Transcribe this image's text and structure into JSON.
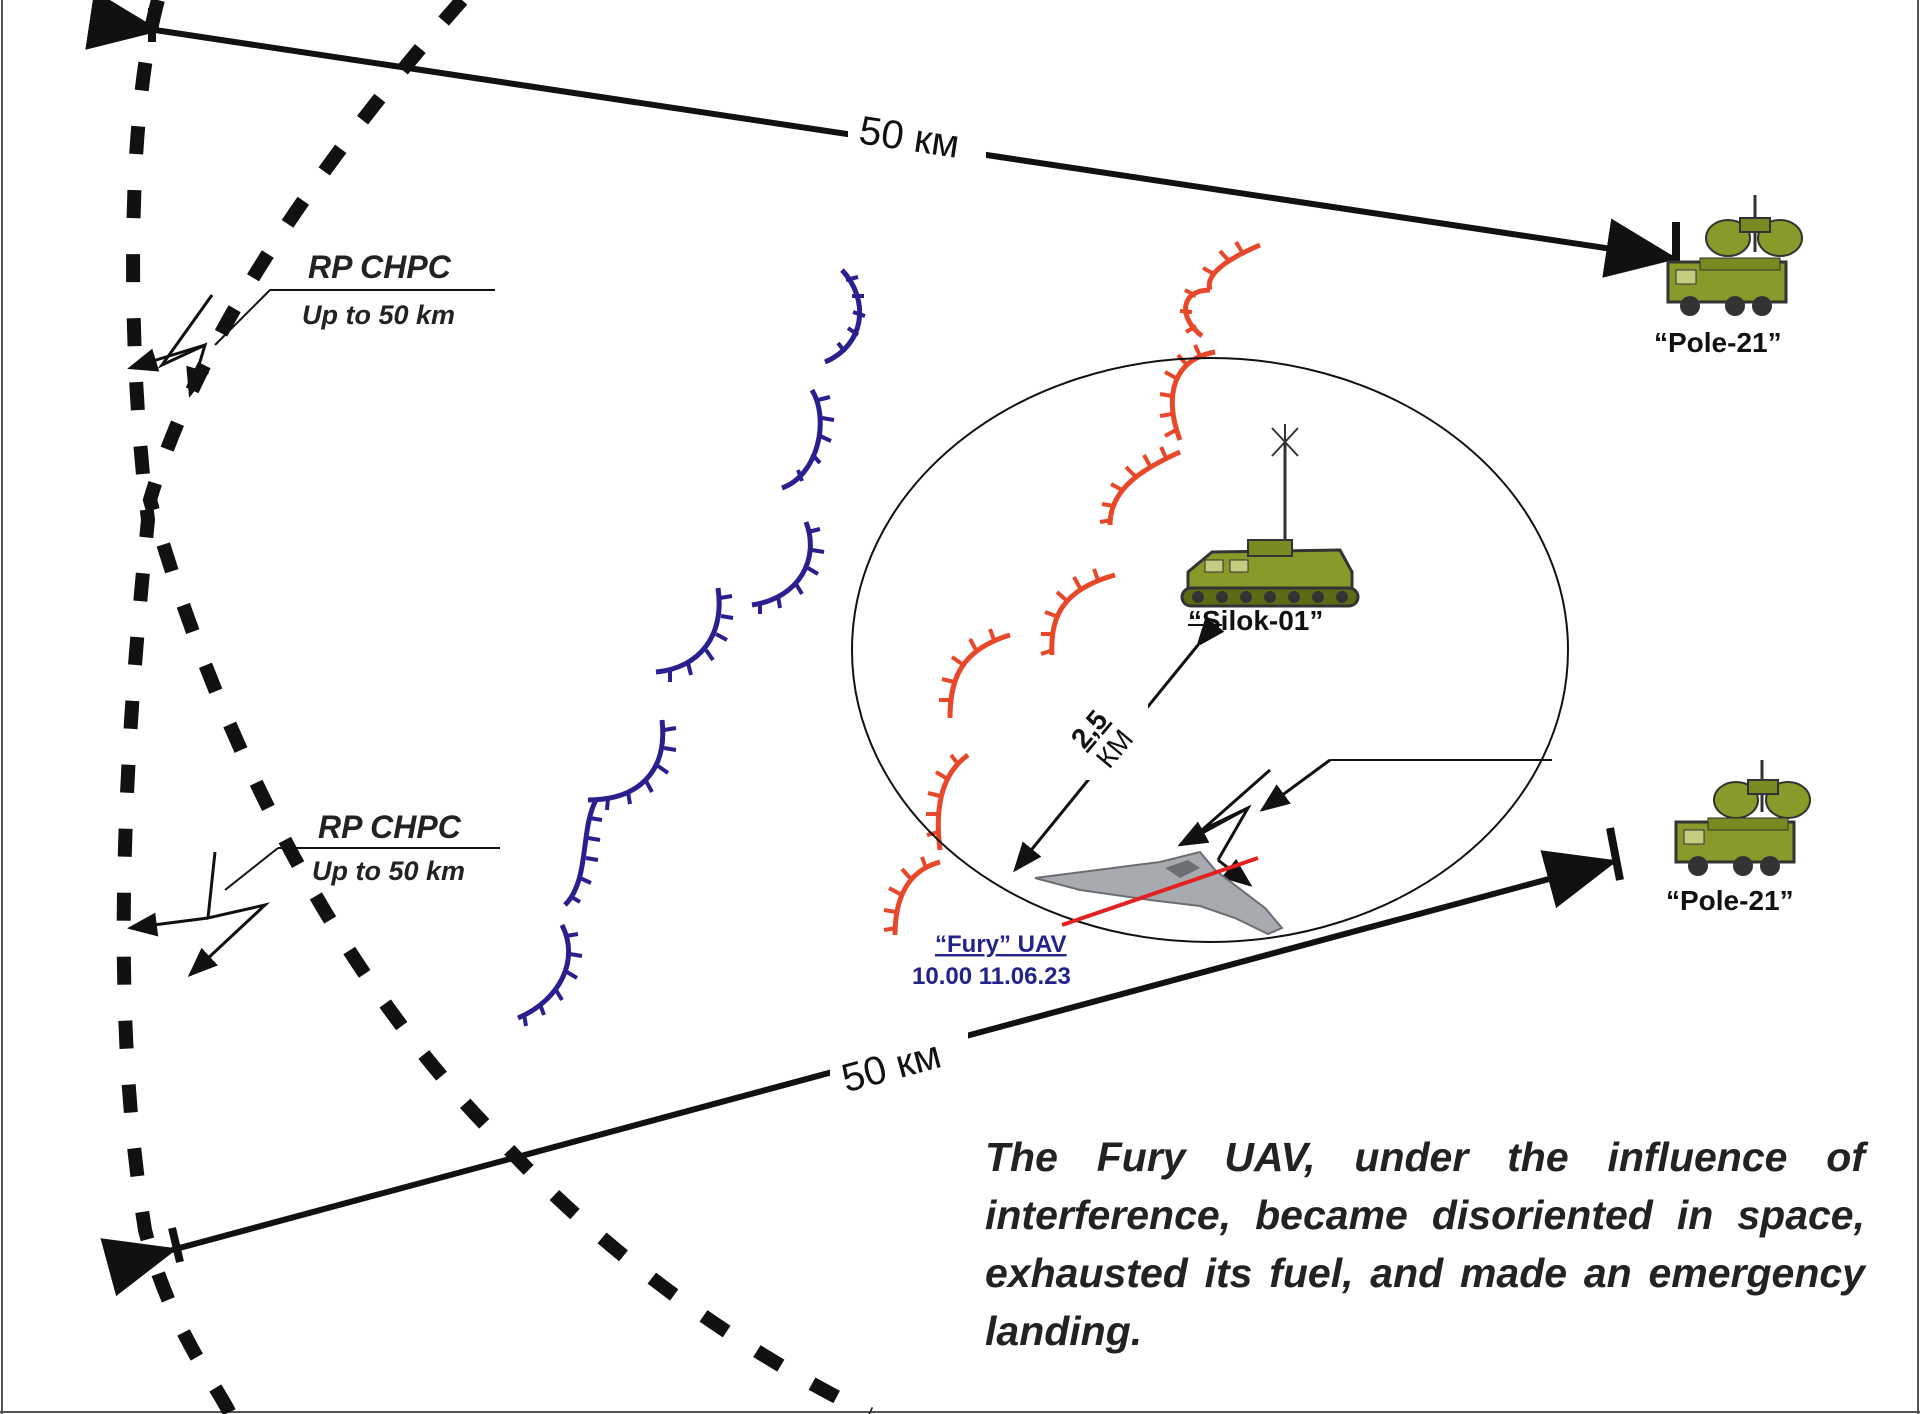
{
  "distance_top": "50 км",
  "distance_bottom": "50 км",
  "rp_upper": {
    "line1": "RP CHPC",
    "line2": "Up to 50 km"
  },
  "rp_lower": {
    "line1": "RP CHPC",
    "line2": "Up to 50 km"
  },
  "pole_upper": "“Pole-21”",
  "pole_lower": "“Pole-21”",
  "silok": "“Silok-01”",
  "radius": {
    "value": "2,5",
    "unit": "КМ"
  },
  "uav": {
    "name": "“Fury” UAV",
    "time": "10.00 11.06.23"
  },
  "caption": "The Fury UAV, under the influence of interference, became disoriented in space, exhausted its fuel, and made an emergency landing.",
  "colors": {
    "red_line": "#e8472a",
    "blue_line": "#2a1f8f",
    "vehicle": "#8a9a2a",
    "uav_label": "#23238c"
  }
}
